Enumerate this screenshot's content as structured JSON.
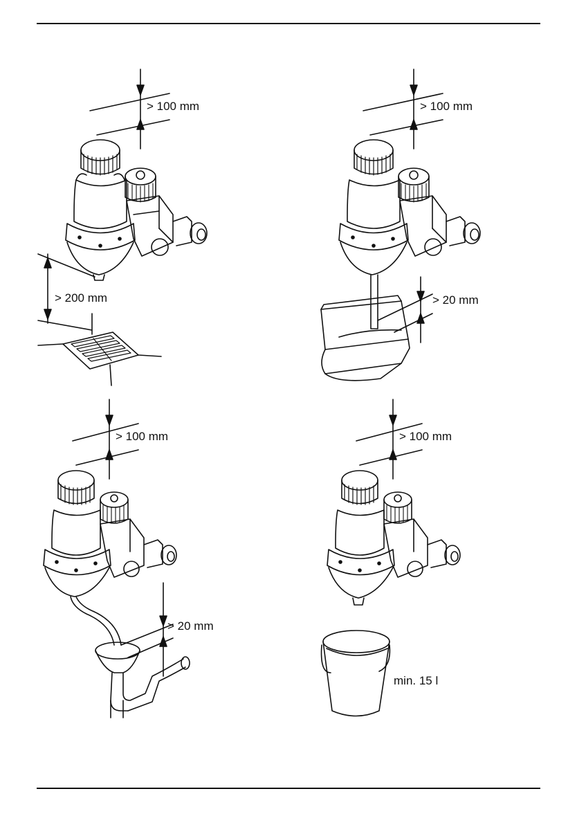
{
  "figure": {
    "panels": [
      {
        "id": "floor-drain",
        "labels": {
          "top_clearance": "> 100 mm",
          "bottom_clearance": "> 200 mm"
        }
      },
      {
        "id": "funnel-tray",
        "labels": {
          "top_clearance": "> 100 mm",
          "air_gap": "> 20 mm"
        }
      },
      {
        "id": "siphon-drain",
        "labels": {
          "top_clearance": "> 100 mm",
          "air_gap": "> 20 mm"
        }
      },
      {
        "id": "bucket",
        "labels": {
          "top_clearance": "> 100 mm",
          "capacity": "min. 15 l"
        }
      }
    ]
  }
}
